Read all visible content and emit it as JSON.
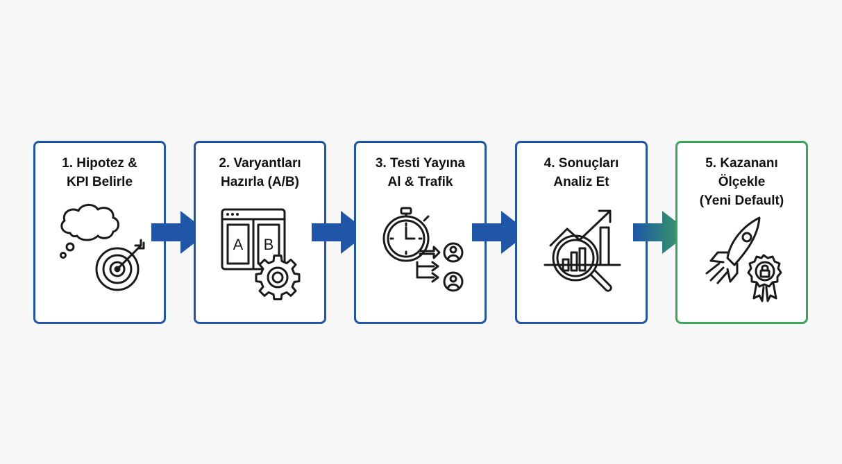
{
  "diagram": {
    "steps": [
      {
        "label": "1. Hipotez &\nKPI Belirle",
        "icon": "thought-target-icon"
      },
      {
        "label": "2. Varyantları\nHazırla (A/B)",
        "icon": "ab-window-gear-icon"
      },
      {
        "label": "3. Testi Yayına\nAl & Trafik",
        "icon": "stopwatch-traffic-split-icon"
      },
      {
        "label": "4. Sonuçları\nAnaliz Et",
        "icon": "chart-magnifier-icon"
      },
      {
        "label": "5. Kazananı\nÖlçekle\n(Yeni Default)",
        "icon": "rocket-badge-icon"
      }
    ],
    "icon_text": {
      "variant_a": "A",
      "variant_b": "B"
    },
    "colors": {
      "box_border": "#1f56a8",
      "final_border": "#3ba55c",
      "arrow": "#1f56a8",
      "arrow_final_start": "#1f56a8",
      "arrow_final_end": "#3ba55c",
      "icon_stroke": "#1a1a1a"
    }
  }
}
